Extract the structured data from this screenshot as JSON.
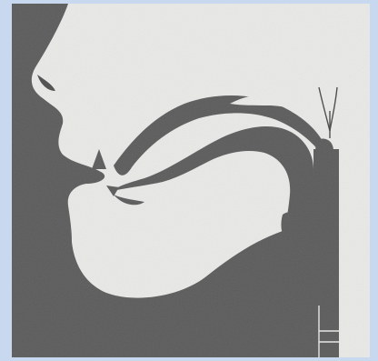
{
  "figure": {
    "kind": "illustration",
    "subject": "sagittal-section-of-speech-organs",
    "colors": {
      "background_frame": "#c8d8ef",
      "paper": "#e9e9e7",
      "ink": "#5b5b5b",
      "bleed_text": "#9a9a98"
    },
    "icon": "speech-organs-illustration"
  }
}
